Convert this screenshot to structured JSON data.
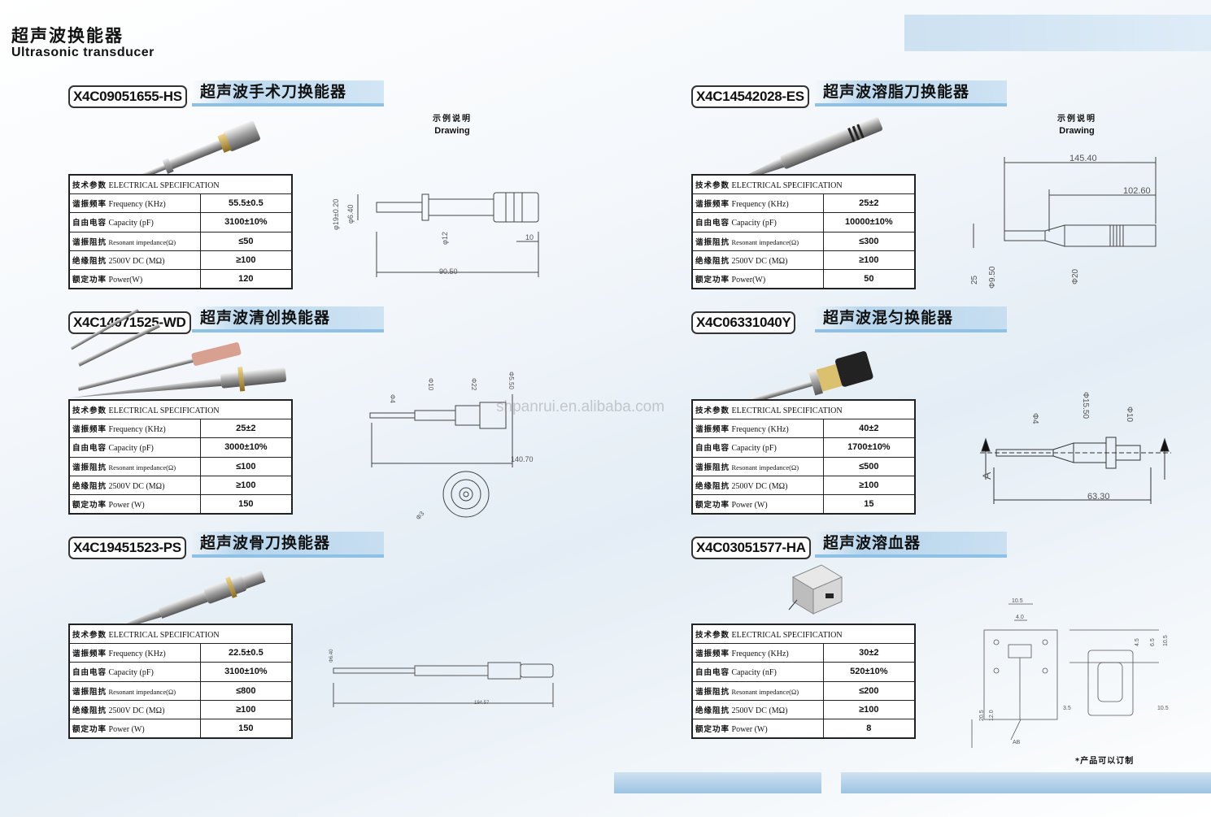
{
  "header": {
    "title_zh": "超声波换能器",
    "title_en": "Ultrasonic transducer"
  },
  "drawing_label": {
    "zh": "示例说明",
    "en": "Drawing"
  },
  "spec_header": {
    "zh": "技术参数",
    "en": "ELECTRICAL SPECIFICATION"
  },
  "row_labels": {
    "frequency_zh": "谐振频率",
    "frequency_en": "Frequency (KHz)",
    "capacity_zh": "自由电容",
    "capacity_pf": "Capacity (pF)",
    "capacity_nf": "Capacity (nF)",
    "impedance_zh": "谐振阻抗",
    "impedance_en": "Resonant impedance(Ω)",
    "insulation_zh": "绝缘阻抗",
    "insulation_en": "2500V DC (MΩ)",
    "power_zh": "额定功率",
    "power_en": "Power(W)",
    "power_en_sp": "Power (W)"
  },
  "products": [
    {
      "code": "X4C09051655-HS",
      "name": "超声波手术刀换能器",
      "frequency": "55.5±0.5",
      "capacity": "3100±10%",
      "impedance": "≤50",
      "insulation": "≥100",
      "power": "120"
    },
    {
      "code": "X4C14542028-ES",
      "name": "超声波溶脂刀换能器",
      "frequency": "25±2",
      "capacity": "10000±10%",
      "impedance": "≤300",
      "insulation": "≥100",
      "power": "50"
    },
    {
      "code": "X4C14071525-WD",
      "name": "超声波清创换能器",
      "frequency": "25±2",
      "capacity": "3000±10%",
      "impedance": "≤100",
      "insulation": "≥100",
      "power": "150"
    },
    {
      "code": "X4C06331040Y",
      "name": "超声波混匀换能器",
      "frequency": "40±2",
      "capacity": "1700±10%",
      "impedance": "≤500",
      "insulation": "≥100",
      "power": "15"
    },
    {
      "code": "X4C19451523-PS",
      "name": "超声波骨刀换能器",
      "frequency": "22.5±0.5",
      "capacity": "3100±10%",
      "impedance": "≤800",
      "insulation": "≥100",
      "power": "150"
    },
    {
      "code": "X4C03051577-HA",
      "name": "超声波溶血器",
      "frequency": "30±2",
      "capacity": "520±10%",
      "impedance": "≤200",
      "insulation": "≥100",
      "power": "8"
    }
  ],
  "dims": {
    "d1": {
      "dia_a": "φ19±0.20",
      "dia_b": "φ6.40",
      "dia_c": "φ12",
      "len": "90.50",
      "tip": "10"
    },
    "d2": {
      "len_total": "145.40",
      "len_b": "102.60",
      "h": "25",
      "dia_a": "Φ9.50",
      "dia_b": "Φ20"
    },
    "d3": {
      "dia_a": "Φ4",
      "dia_b": "Φ10",
      "dia_c": "Φ22",
      "dia_d": "Φ5.50",
      "len": "140.70",
      "circ": "Φ3"
    },
    "d4": {
      "dia_a": "Φ4",
      "dia_b": "Φ15.50",
      "dia_c": "Φ10",
      "len": "63.30",
      "section": "A"
    },
    "d5": {
      "dia": "Φ6.40",
      "len": "194.57"
    },
    "d6": {
      "w1": "10.5",
      "w2": "4.0",
      "h1": "4.5",
      "h2": "6.5",
      "h3": "10.5",
      "b1": "20.5",
      "b2": "12.0",
      "b3": "3.5",
      "b4": "10.5",
      "note": "AB"
    }
  },
  "watermark": "shpanrui.en.alibaba.com",
  "footnote": "*产品可以订制"
}
